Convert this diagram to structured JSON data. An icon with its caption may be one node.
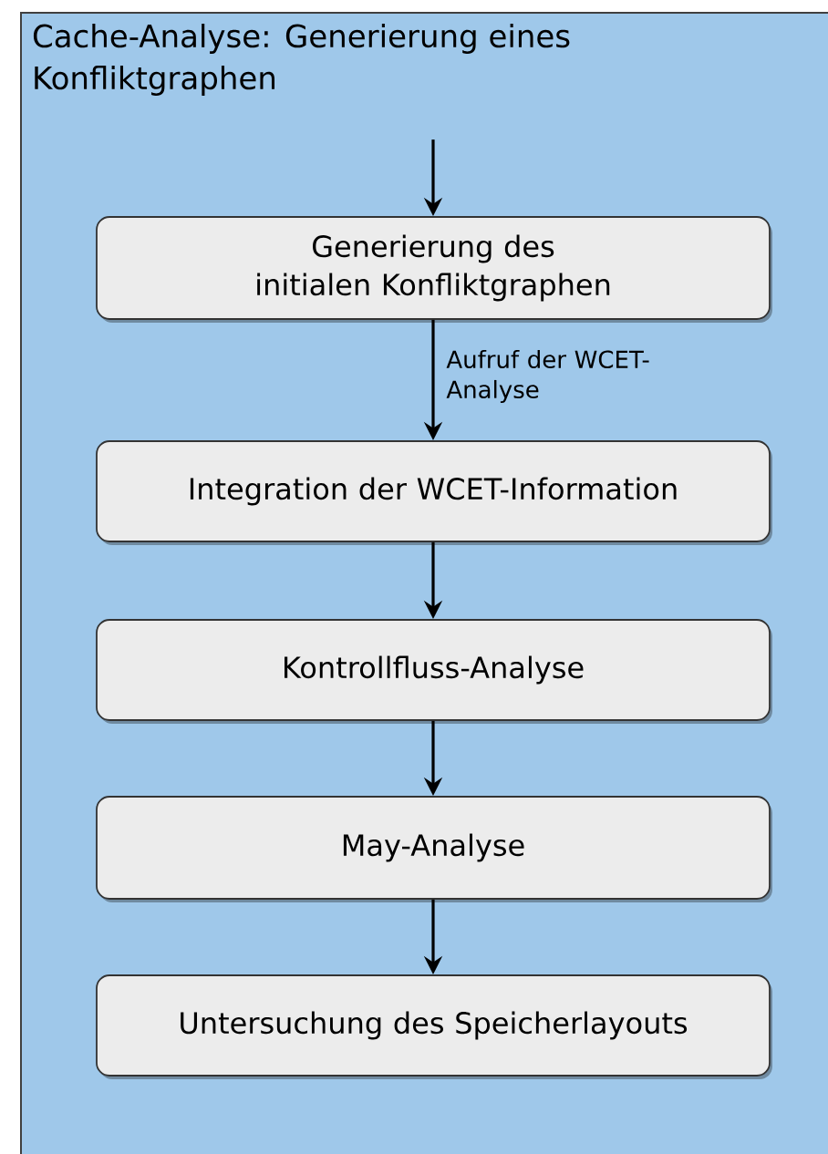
{
  "diagram": {
    "nodes": [
      {
        "text": [
          "Cache-Analyse: Generierung eines Konfliktgraphen"
        ]
      },
      {
        "text": [
          "Generierung des initialen Konfliktgraphen"
        ],
        "in": 0
      },
      {
        "text": [
          "Integration der WCET-Information"
        ],
        "in": 0
      },
      {
        "text": [
          "Kontrollfluss-Analyse"
        ],
        "in": 0
      },
      {
        "text": [
          "May-Analyse"
        ],
        "in": 0
      },
      {
        "text": [
          "Untersuchung des Speicherlayouts"
        ],
        "in": 0
      }
    ],
    "edges": [
      {
        "from": null,
        "to": 1,
        "arrow": "to"
      },
      {
        "from": 1,
        "to": 2,
        "arrow": "to",
        "label": "Aufruf der WCET-Analyse"
      },
      {
        "from": 2,
        "to": 3,
        "arrow": "to"
      },
      {
        "from": 3,
        "to": 4,
        "arrow": "to"
      },
      {
        "from": 4,
        "to": 5,
        "arrow": "to"
      }
    ]
  }
}
